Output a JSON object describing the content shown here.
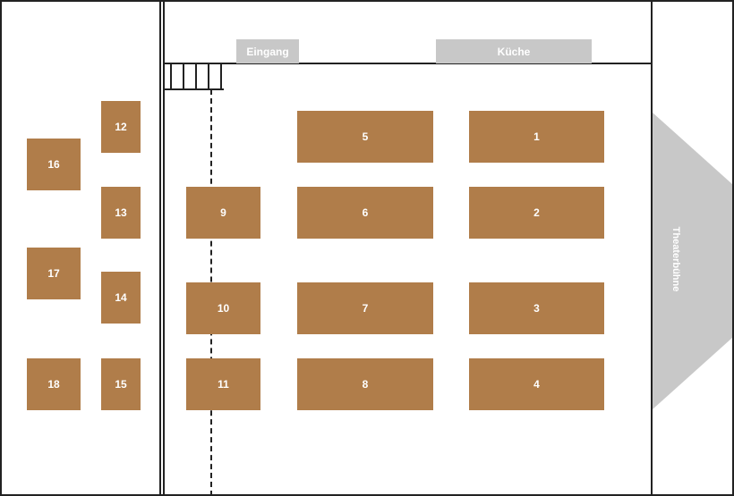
{
  "labels": {
    "entrance": "Eingang",
    "kitchen": "Küche",
    "stage": "Theaterbühne"
  },
  "colors": {
    "table": "#b07d4a",
    "label_bar": "#c8c8c8",
    "stage": "#c8c8c8"
  },
  "tables": {
    "t1": "1",
    "t2": "2",
    "t3": "3",
    "t4": "4",
    "t5": "5",
    "t6": "6",
    "t7": "7",
    "t8": "8",
    "t9": "9",
    "t10": "10",
    "t11": "11",
    "t12": "12",
    "t13": "13",
    "t14": "14",
    "t15": "15",
    "t16": "16",
    "t17": "17",
    "t18": "18"
  }
}
